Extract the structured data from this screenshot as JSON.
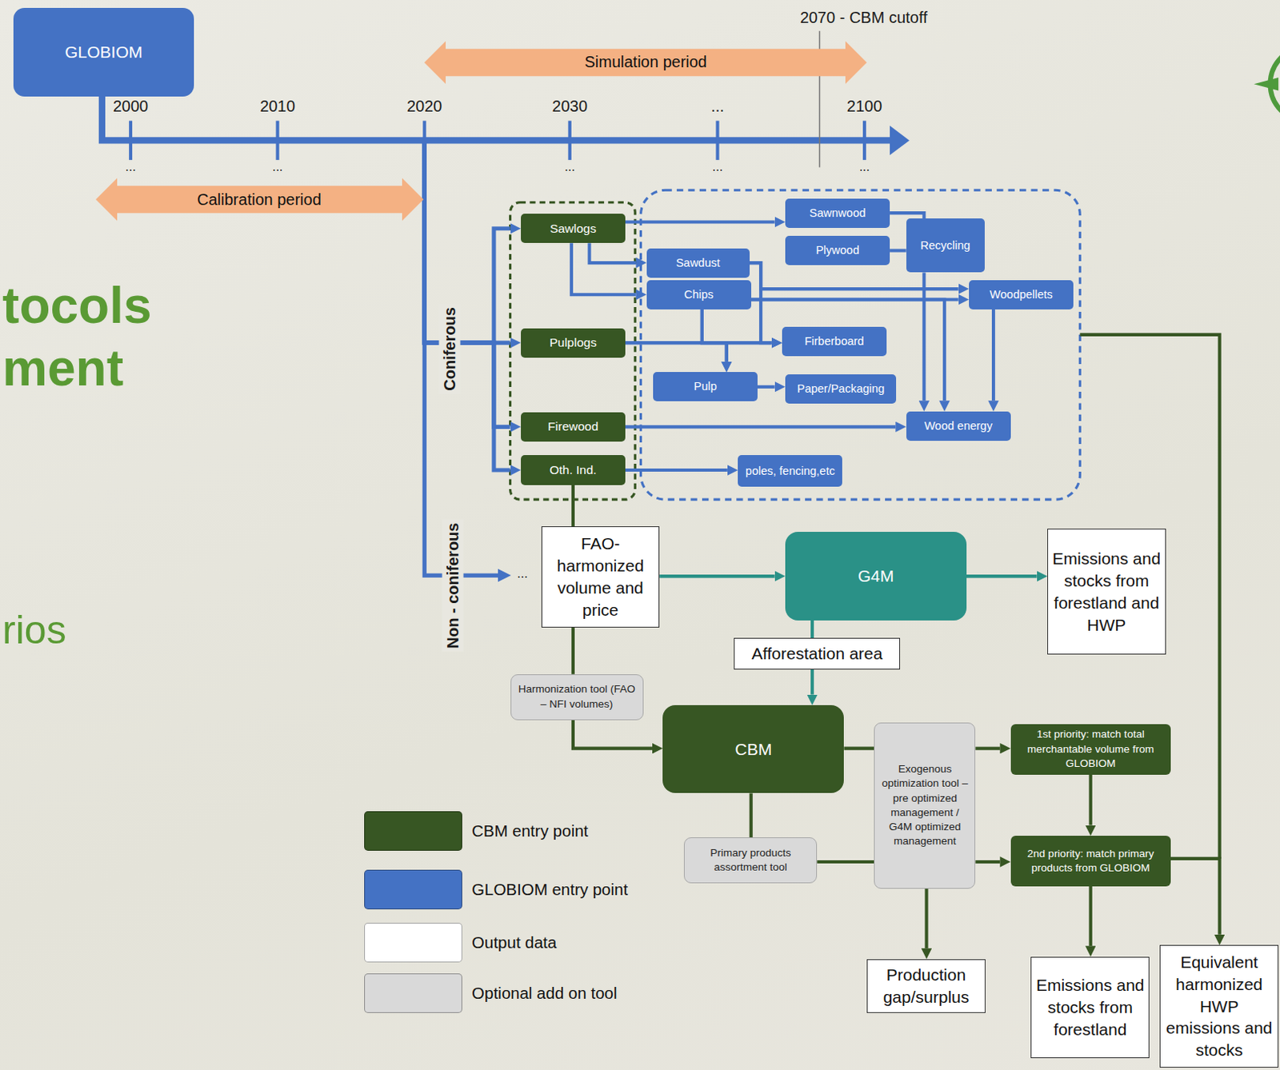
{
  "diagram": {
    "nodes": [
      {
        "text": [
          "GLOBIOM"
        ]
      },
      {
        "text": [
          "Simulation period"
        ]
      },
      {
        "text": [
          "Calibration period"
        ]
      },
      {
        "text": [
          "Sawlogs"
        ]
      },
      {
        "text": [
          "Pulplogs"
        ]
      },
      {
        "text": [
          "Firewood"
        ]
      },
      {
        "text": [
          "Oth. Ind."
        ]
      },
      {
        "text": [
          "Sawnwood"
        ]
      },
      {
        "text": [
          "Plywood"
        ]
      },
      {
        "text": [
          "Recycling"
        ]
      },
      {
        "text": [
          "Sawdust"
        ]
      },
      {
        "text": [
          "Chips"
        ]
      },
      {
        "text": [
          "Woodpellets"
        ]
      },
      {
        "text": [
          "Firberboard"
        ]
      },
      {
        "text": [
          "Pulp"
        ]
      },
      {
        "text": [
          "Paper/Packaging"
        ]
      },
      {
        "text": [
          "Wood energy"
        ]
      },
      {
        "text": [
          "poles, fencing,etc"
        ]
      },
      {
        "text": [
          "FAO- harmonized volume and price"
        ]
      },
      {
        "text": [
          "G4M"
        ]
      },
      {
        "text": [
          "Emissions and stocks from forestland and HWP"
        ]
      },
      {
        "text": [
          "Afforestation area"
        ]
      },
      {
        "text": [
          "Harmonization tool (FAO – NFI volumes)"
        ]
      },
      {
        "text": [
          "CBM"
        ]
      },
      {
        "text": [
          "Exogenous optimization tool – pre optimized management / G4M optimized management"
        ]
      },
      {
        "text": [
          "1st priority: match total merchantable volume from GLOBIOM"
        ]
      },
      {
        "text": [
          "Primary products assortment tool"
        ]
      },
      {
        "text": [
          "2nd priority: match primary products from GLOBIOM"
        ]
      },
      {
        "text": [
          "Production gap/surplus"
        ]
      },
      {
        "text": [
          "Emissions and stocks from forestland"
        ]
      },
      {
        "text": [
          "Equivalent harmonized HWP emissions and stocks"
        ]
      }
    ],
    "edges": [
      {
        "from": 0,
        "to": 3,
        "arrow": "to"
      },
      {
        "from": 0,
        "to": 4,
        "arrow": "to"
      },
      {
        "from": 0,
        "to": 5,
        "arrow": "to"
      },
      {
        "from": 0,
        "to": 6,
        "arrow": "to"
      },
      {
        "from": 3,
        "to": 7,
        "arrow": "to"
      },
      {
        "from": 3,
        "to": 10,
        "arrow": "to"
      },
      {
        "from": 3,
        "to": 11,
        "arrow": "to"
      },
      {
        "from": 4,
        "to": 13,
        "arrow": "to"
      },
      {
        "from": 4,
        "to": 14,
        "arrow": "to"
      },
      {
        "from": 11,
        "to": 13,
        "arrow": "to"
      },
      {
        "from": 11,
        "to": 14,
        "arrow": "to"
      },
      {
        "from": 10,
        "to": 13,
        "arrow": "to"
      },
      {
        "from": 11,
        "to": 12,
        "arrow": "to"
      },
      {
        "from": 10,
        "to": 12,
        "arrow": "to"
      },
      {
        "from": 7,
        "to": 9,
        "arrow": "none"
      },
      {
        "from": 8,
        "to": 9,
        "arrow": "none"
      },
      {
        "from": 9,
        "to": 16,
        "arrow": "to"
      },
      {
        "from": 11,
        "to": 16,
        "arrow": "to"
      },
      {
        "from": 12,
        "to": 16,
        "arrow": "to"
      },
      {
        "from": 5,
        "to": 16,
        "arrow": "to"
      },
      {
        "from": 6,
        "to": 17,
        "arrow": "to"
      },
      {
        "from": 6,
        "to": 18,
        "arrow": "none"
      },
      {
        "from": 18,
        "to": 19,
        "arrow": "to"
      },
      {
        "from": 19,
        "to": 20,
        "arrow": "to"
      },
      {
        "from": 19,
        "to": 21,
        "arrow": "none"
      },
      {
        "from": 21,
        "to": 23,
        "arrow": "to"
      },
      {
        "from": 18,
        "to": 22,
        "arrow": "none"
      },
      {
        "from": 22,
        "to": 23,
        "arrow": "to"
      },
      {
        "from": 23,
        "to": 24,
        "arrow": "none"
      },
      {
        "from": 24,
        "to": 25,
        "arrow": "to"
      },
      {
        "from": 23,
        "to": 26,
        "arrow": "none"
      },
      {
        "from": 26,
        "to": 24,
        "arrow": "none"
      },
      {
        "from": 24,
        "to": 27,
        "arrow": "to"
      },
      {
        "from": 24,
        "to": 28,
        "arrow": "to"
      },
      {
        "from": 25,
        "to": 27,
        "arrow": "to"
      },
      {
        "from": 27,
        "to": 29,
        "arrow": "to"
      },
      {
        "from": 27,
        "to": 30,
        "arrow": "to"
      },
      {
        "from": 14,
        "to": 15,
        "arrow": "to"
      }
    ],
    "labels": [
      "2070 - CBM cutoff",
      "2000",
      "2010",
      "2020",
      "2030",
      "...",
      "2100",
      "...",
      "...",
      "...",
      "...",
      "...",
      "tocols",
      "ment",
      "Coniferous",
      "rios",
      "Non - coniferous",
      "..."
    ],
    "legend": [
      {
        "text": "CBM entry point",
        "color": "#375623"
      },
      {
        "text": "GLOBIOM entry point",
        "color": "#4472c4"
      },
      {
        "text": "Output data",
        "color": "#ffffff"
      },
      {
        "text": "Optional add on tool",
        "color": "#d9d9d9"
      }
    ]
  }
}
